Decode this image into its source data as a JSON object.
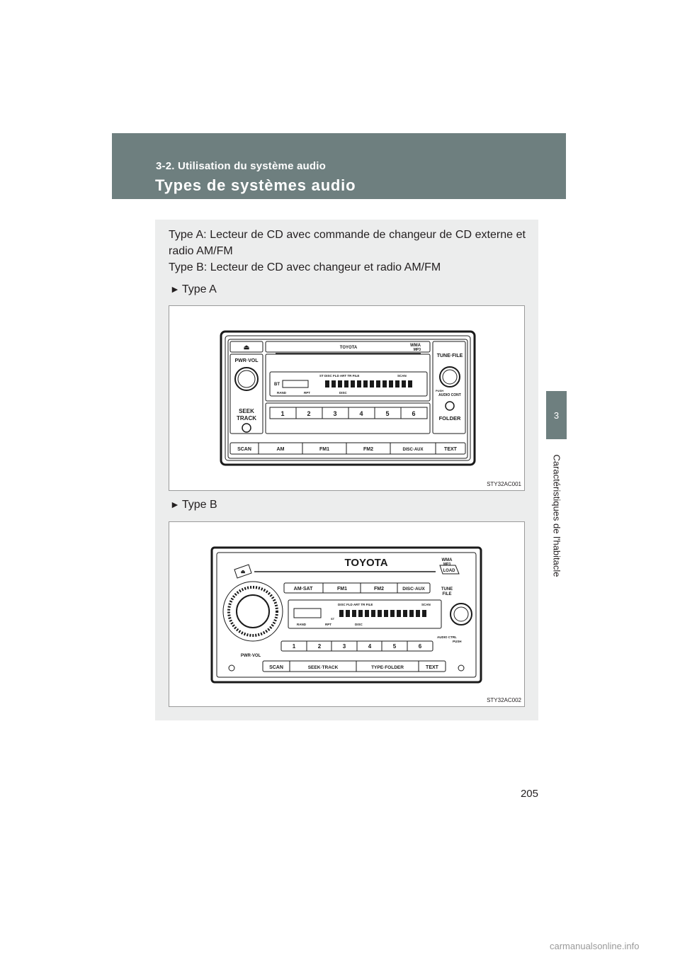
{
  "header": {
    "section": "3-2. Utilisation du système audio",
    "title": "Types de systèmes audio"
  },
  "side_tab": {
    "chapter_number": "3",
    "chapter_label": "Caractéristiques de l'habitacle"
  },
  "intro": {
    "type_a": "Type A: Lecteur de CD avec commande de changeur de CD externe et radio AM/FM",
    "type_b": "Type B: Lecteur de CD avec changeur et radio AM/FM"
  },
  "type_a": {
    "arrow": "►",
    "heading": "Type A",
    "figure_code": "STY32AC001",
    "brand": "TOYOTA",
    "format_badge_top": "WMA",
    "format_badge_bottom": "MP3",
    "knob_left": "PWR·VOL",
    "knob_right": "TUNE·FILE",
    "knob_push": "PUSH",
    "audio_cont": "AUDIO CONT",
    "seek_top": "SEEK",
    "seek_bottom": "TRACK",
    "folder": "FOLDER",
    "display_indicators": "ST   DISC   FLD  ART  TR   FILE",
    "display_scan": "SCAN",
    "display_bt": "BT",
    "display_rand": "RAND",
    "display_rpt": "RPT",
    "display_disc": "DISC",
    "presets": [
      "1",
      "2",
      "3",
      "4",
      "5",
      "6"
    ],
    "bottom_buttons": [
      "SCAN",
      "AM",
      "FM1",
      "FM2",
      "DISC·AUX",
      "TEXT"
    ]
  },
  "type_b": {
    "arrow": "►",
    "heading": "Type B",
    "figure_code": "STY32AC002",
    "brand": "TOYOTA",
    "format_badge_top": "WMA",
    "format_badge_bottom": "MP3",
    "load": "LOAD",
    "band_buttons": [
      "AM·SAT",
      "FM1",
      "FM2",
      "DISC·AUX"
    ],
    "tune_top": "TUNE",
    "tune_bottom": "FILE",
    "display_indicators": "DISC   FLD  ART  TR   FILE",
    "display_scan": "SCAN",
    "display_st": "ST",
    "display_rand": "RAND",
    "display_rpt": "RPT",
    "display_disc": "DISC",
    "audio_ctrl_top": "AUDIO  CTRL",
    "audio_ctrl_bottom": "PUSH",
    "presets": [
      "1",
      "2",
      "3",
      "4",
      "5",
      "6"
    ],
    "pwr_vol": "PWR·VOL",
    "bottom_buttons": [
      "SCAN",
      "SEEK·TRACK",
      "TYPE·FOLDER",
      "TEXT"
    ]
  },
  "page_number": "205",
  "watermark": "carmanualsonline.info"
}
